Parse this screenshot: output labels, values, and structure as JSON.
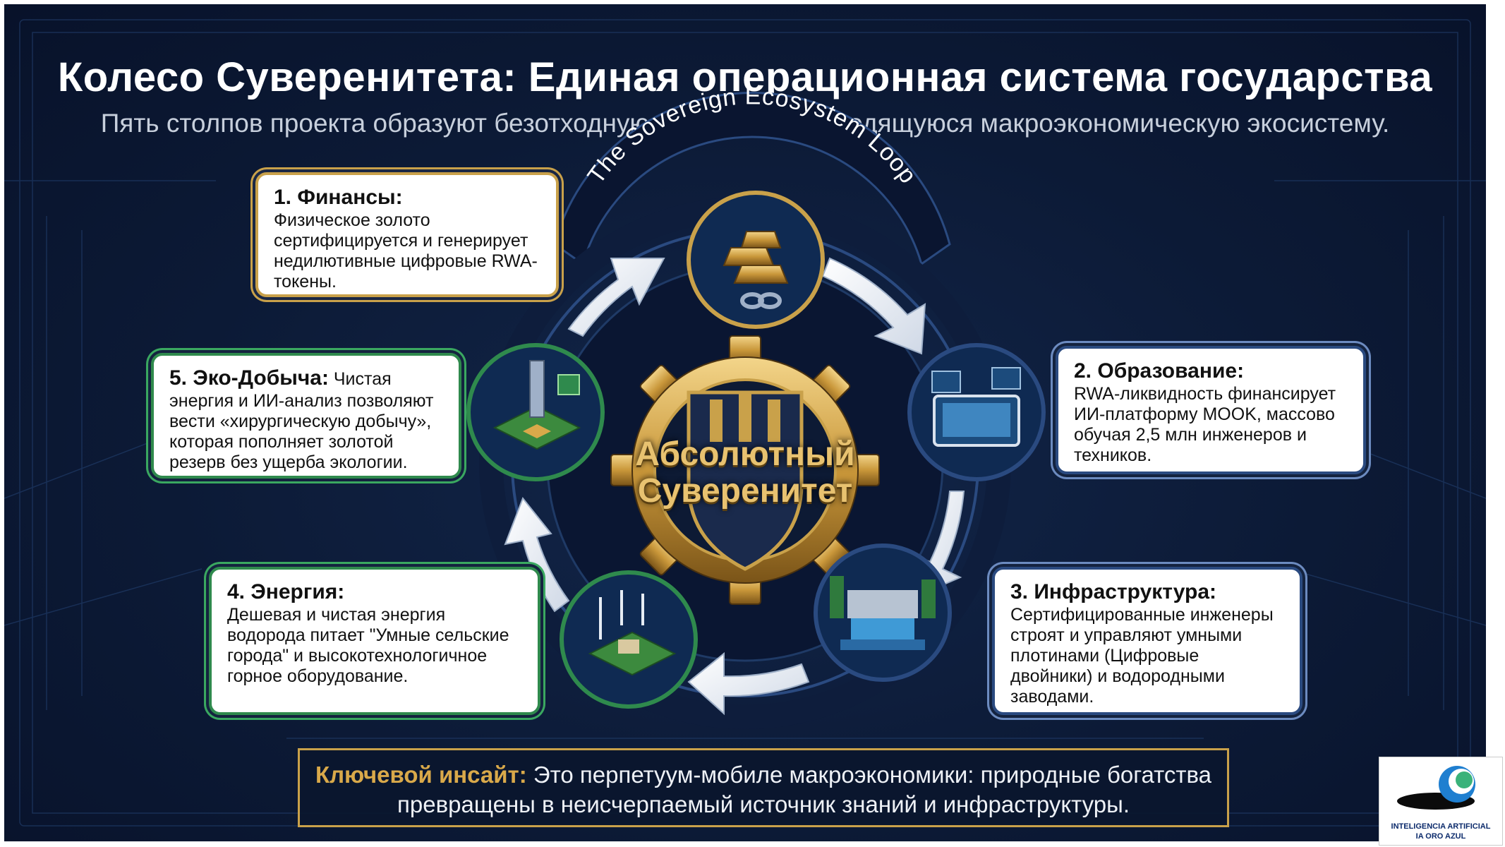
{
  "title": "Колесо Суверенитета: Единая операционная система государства",
  "subtitle": "Пять столпов проекта образуют безотходную, самовоспроизводящуюся макроэкономическую экосистему.",
  "ribbon_text": "The Sovereign Ecosystem Loop",
  "center": {
    "line1": "Абсолютный",
    "line2": "Суверенитет"
  },
  "pillars": [
    {
      "heading": "1. Финансы:",
      "body": "Физическое золото сертифицируется и генерирует недилютивные цифровые RWA-токены.",
      "icon": "gold-bars-icon"
    },
    {
      "heading": "2. Образование:",
      "body": "RWA-ликвидность финансирует ИИ-платформу MOOK, массово обучая 2,5 млн инженеров и техников.",
      "icon": "tablet-learning-icon"
    },
    {
      "heading": "3. Инфраструктура:",
      "body": "Сертифицированные инженеры строят и управляют умными плотинами (Цифровые двойники) и водородными заводами.",
      "icon": "dam-icon"
    },
    {
      "heading": "4. Энергия:",
      "body": "Дешевая и чистая энергия водорода питает \"Умные сельские города\" и высокотехнологичное горное оборудование.",
      "icon": "wind-town-icon"
    },
    {
      "heading": "5. Эко-Добыча:",
      "body": "Чистая энергия и ИИ-анализ позволяют вести «хирургическую добычу», которая пополняет золотой резерв без ущерба экологии.",
      "icon": "eco-mining-icon"
    }
  ],
  "insight": {
    "keyword": "Ключевой инсайт:",
    "text": "Это перпетуум-мобиле макроэкономики: природные богатства превращены в неисчерпаемый источник знаний и инфраструктуры."
  },
  "logo": {
    "line1": "INTELIGENCIA ARTIFICIAL",
    "line2": "IA ORO AZUL"
  },
  "colors": {
    "background": "#0c1a36",
    "gold": "#c9a14a",
    "navy_accent": "#2a4a80",
    "green_accent": "#2f8a4d"
  }
}
